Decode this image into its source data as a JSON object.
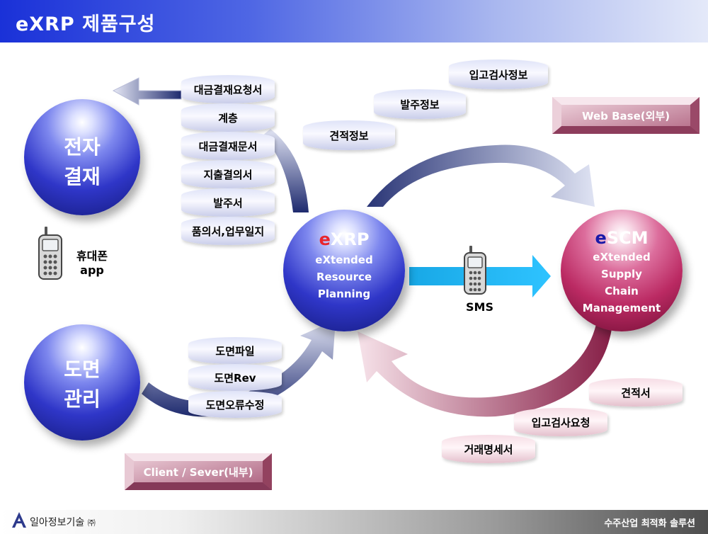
{
  "header": {
    "title": "eXRP 제품구성"
  },
  "spheres": {
    "approval": {
      "line1": "전자",
      "line2": "결재"
    },
    "drawing": {
      "line1": "도면",
      "line2": "관리"
    },
    "exrp": {
      "brand_e": "e",
      "brand_rest": "XRP",
      "line1": "eXtended",
      "line2": "Resource",
      "line3": "Planning"
    },
    "escm": {
      "brand_e": "e",
      "brand_rest": "SCM",
      "line1": "eXtended",
      "line2": "Supply",
      "line3": "Chain",
      "line4": "Management"
    }
  },
  "approval_stack": [
    "대금결재요청서",
    "계층",
    "대금결재문서",
    "지출결의서",
    "발주서",
    "품의서,업무일지"
  ],
  "drawing_stack": [
    "도면파일",
    "도면Rev",
    "도면오류수정"
  ],
  "scm_outbound": [
    "입고검사정보",
    "발주정보",
    "견적정보"
  ],
  "scm_inbound": [
    "견적서",
    "입고검사요청",
    "거래명세서"
  ],
  "labels": {
    "web_base": "Web Base(외부)",
    "client_server": "Client / Sever(내부)",
    "phone_line1": "휴대폰",
    "phone_line2": "app",
    "sms": "SMS"
  },
  "footer": {
    "company": "일아정보기술",
    "company_suffix": "㈜",
    "slogan": "수주산업 최적화 솔루션"
  },
  "colors": {
    "header_blue": "#1a31d8",
    "sphere_blue": "#2f36c8",
    "sphere_red": "#bb2a63",
    "arrow_cyan": "#1fb4f0",
    "brand_red": "#e8262d",
    "brand_blue": "#1a1aa8"
  },
  "icons": [
    "mobile-phone-icon",
    "company-logo-icon"
  ]
}
